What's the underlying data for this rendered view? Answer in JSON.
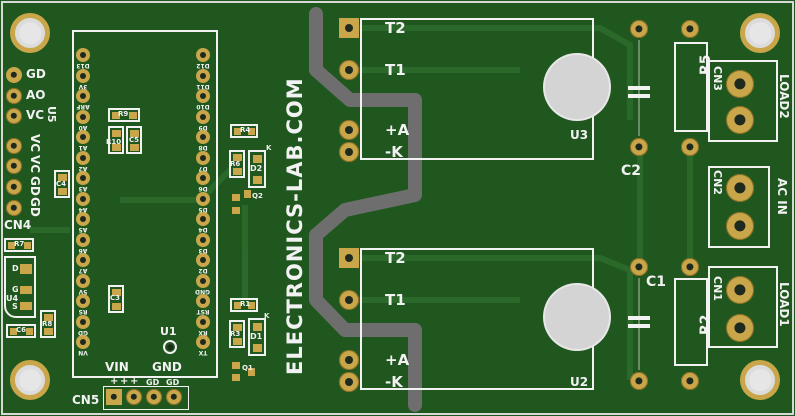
{
  "board": {
    "brand_text": "ELECTRONICS-LAB.COM",
    "colors": {
      "solder_mask": "#1f571f",
      "copper_pad": "#c9a64a",
      "silkscreen": "#f2f2f2",
      "thick_trace": "#6e6e6e"
    }
  },
  "arduino": {
    "left_pins": [
      "D13",
      "3V",
      "ARF",
      "A0",
      "A1",
      "A2",
      "A3",
      "A4",
      "A5",
      "A6",
      "A7",
      "5V",
      "RS",
      "GD",
      "VN"
    ],
    "right_pins": [
      "D12",
      "D11",
      "D10",
      "D9",
      "D8",
      "D7",
      "D6",
      "D5",
      "D4",
      "D3",
      "D2",
      "GND",
      "RST",
      "RX",
      "TX"
    ],
    "u1_label": "U1",
    "vin_label": "VIN",
    "gnd_label": "GND"
  },
  "connectors": {
    "u5_label": "U5",
    "u5_pins": [
      "GD",
      "AO",
      "VC"
    ],
    "cn4_label": "CN4",
    "cn4_pins": [
      "VC",
      "VC",
      "GD",
      "GD"
    ],
    "cn5_label": "CN5",
    "cn5_pins": [
      "+",
      "+",
      "+",
      "GD",
      "GD"
    ],
    "u4_label": "U4",
    "u4_pins": [
      "D",
      "G",
      "S"
    ]
  },
  "components": {
    "r_labels": [
      "R9",
      "R10",
      "C5",
      "C4",
      "C3",
      "R4",
      "R6",
      "D2",
      "Q2",
      "R5",
      "R7",
      "R8",
      "C6",
      "R1",
      "R3",
      "D1",
      "Q1"
    ],
    "k_label": "K"
  },
  "triac_top": {
    "pins": [
      "T2",
      "T1",
      "+A",
      "-K"
    ],
    "u_label": "U3",
    "c_label": "C2",
    "r_label": "R5",
    "cn_label": "CN3",
    "load_label": "LOAD2"
  },
  "triac_bottom": {
    "pins": [
      "T2",
      "T1",
      "+A",
      "-K"
    ],
    "u_label": "U2",
    "c_label": "C1",
    "r_label": "R2",
    "cn_label": "CN1",
    "load_label": "LOAD1"
  },
  "ac_in": {
    "cn_label": "CN2",
    "text": "AC IN"
  }
}
